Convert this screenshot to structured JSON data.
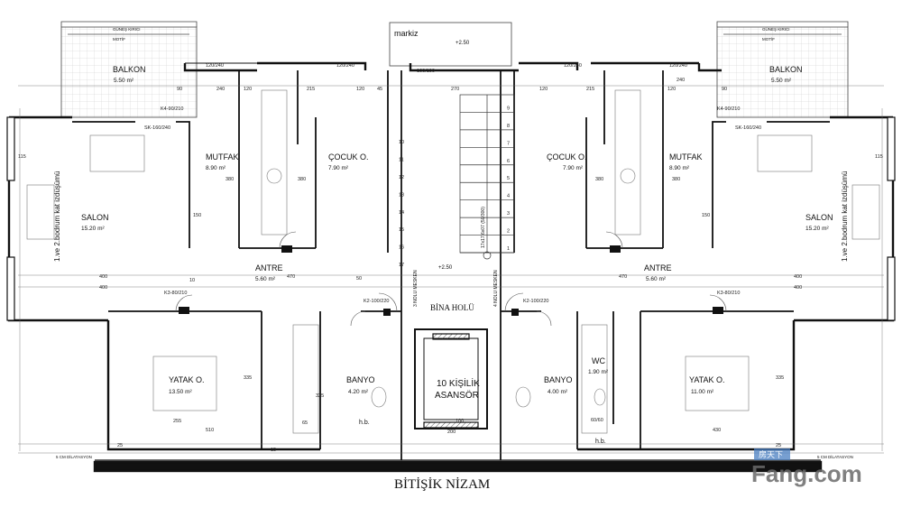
{
  "plan": {
    "title": "BİTİŞİK NİZAM",
    "markiz": "markiz",
    "markiz_level": "+2.50",
    "hall_level": "+2.50",
    "hall": "BİNA HOLÜ",
    "elevator": [
      "10 KİŞİLİK",
      "ASANSÖR"
    ],
    "stairs_note": "17x17.6x07 (50/300)",
    "stair_steps": [
      "1",
      "2",
      "3",
      "4",
      "5",
      "6",
      "7",
      "8",
      "9",
      "10",
      "11",
      "12",
      "13",
      "14",
      "15",
      "16",
      "17"
    ],
    "dilatation_left": "5 CM DİLATASYON",
    "dilatation_right": "5 CM DİLATASYON",
    "unit_left": "3 NOLU MESKEN",
    "unit_right": "4 NOLU MESKEN",
    "motif": "MOTİF",
    "gunes_kirici": "GÜNEŞ KIRICI",
    "izdusum": "1.ve 2.bodrum kat izdüşümü",
    "hb": "h.b.",
    "dims": {
      "d120_240": "120/240",
      "d100_100": "100/100",
      "k3": "K3-80/210",
      "k2": "K2-100/220",
      "k4": "K4-90/210",
      "sk": "SK-160/240",
      "d60_60": "60/60",
      "n400": "400",
      "n470": "470",
      "n510": "510",
      "n430": "430",
      "n200": "200",
      "n120": "120",
      "n380": "380",
      "n150": "150",
      "n325": "325",
      "n255": "255",
      "n335": "335",
      "n215": "215",
      "n90": "90",
      "n25": "25",
      "n15": "15",
      "n10": "10",
      "n45": "45",
      "n50": "50",
      "n270": "270",
      "n115": "115",
      "n240": "240",
      "n65": "65",
      "n100": "100"
    },
    "rooms": {
      "balkon_l": {
        "name": "BALKON",
        "area": "5.50 m²"
      },
      "balkon_r": {
        "name": "BALKON",
        "area": "5.50 m²"
      },
      "mutfak_l": {
        "name": "MUTFAK",
        "area": "8.90 m²"
      },
      "mutfak_r": {
        "name": "MUTFAK",
        "area": "8.90 m²"
      },
      "cocuk_l": {
        "name": "ÇOCUK O.",
        "area": "7.90 m²"
      },
      "cocuk_r": {
        "name": "ÇOCUK O.",
        "area": "7.90 m²"
      },
      "salon_l": {
        "name": "SALON",
        "area": "15.20 m²"
      },
      "salon_r": {
        "name": "SALON",
        "area": "15.20 m²"
      },
      "antre_l": {
        "name": "ANTRE",
        "area": "5.60 m²"
      },
      "antre_r": {
        "name": "ANTRE",
        "area": "5.60 m²"
      },
      "yatak_l": {
        "name": "YATAK O.",
        "area": "13.50 m²"
      },
      "yatak_r": {
        "name": "YATAK O.",
        "area": "11.00 m²"
      },
      "banyo_l": {
        "name": "BANYO",
        "area": "4.20 m²"
      },
      "banyo_r": {
        "name": "BANYO",
        "area": "4.00 m²"
      },
      "wc": {
        "name": "WC",
        "area": "1.90 m²"
      }
    },
    "watermark": "Fang.com",
    "watermark_cn": "房天下"
  }
}
